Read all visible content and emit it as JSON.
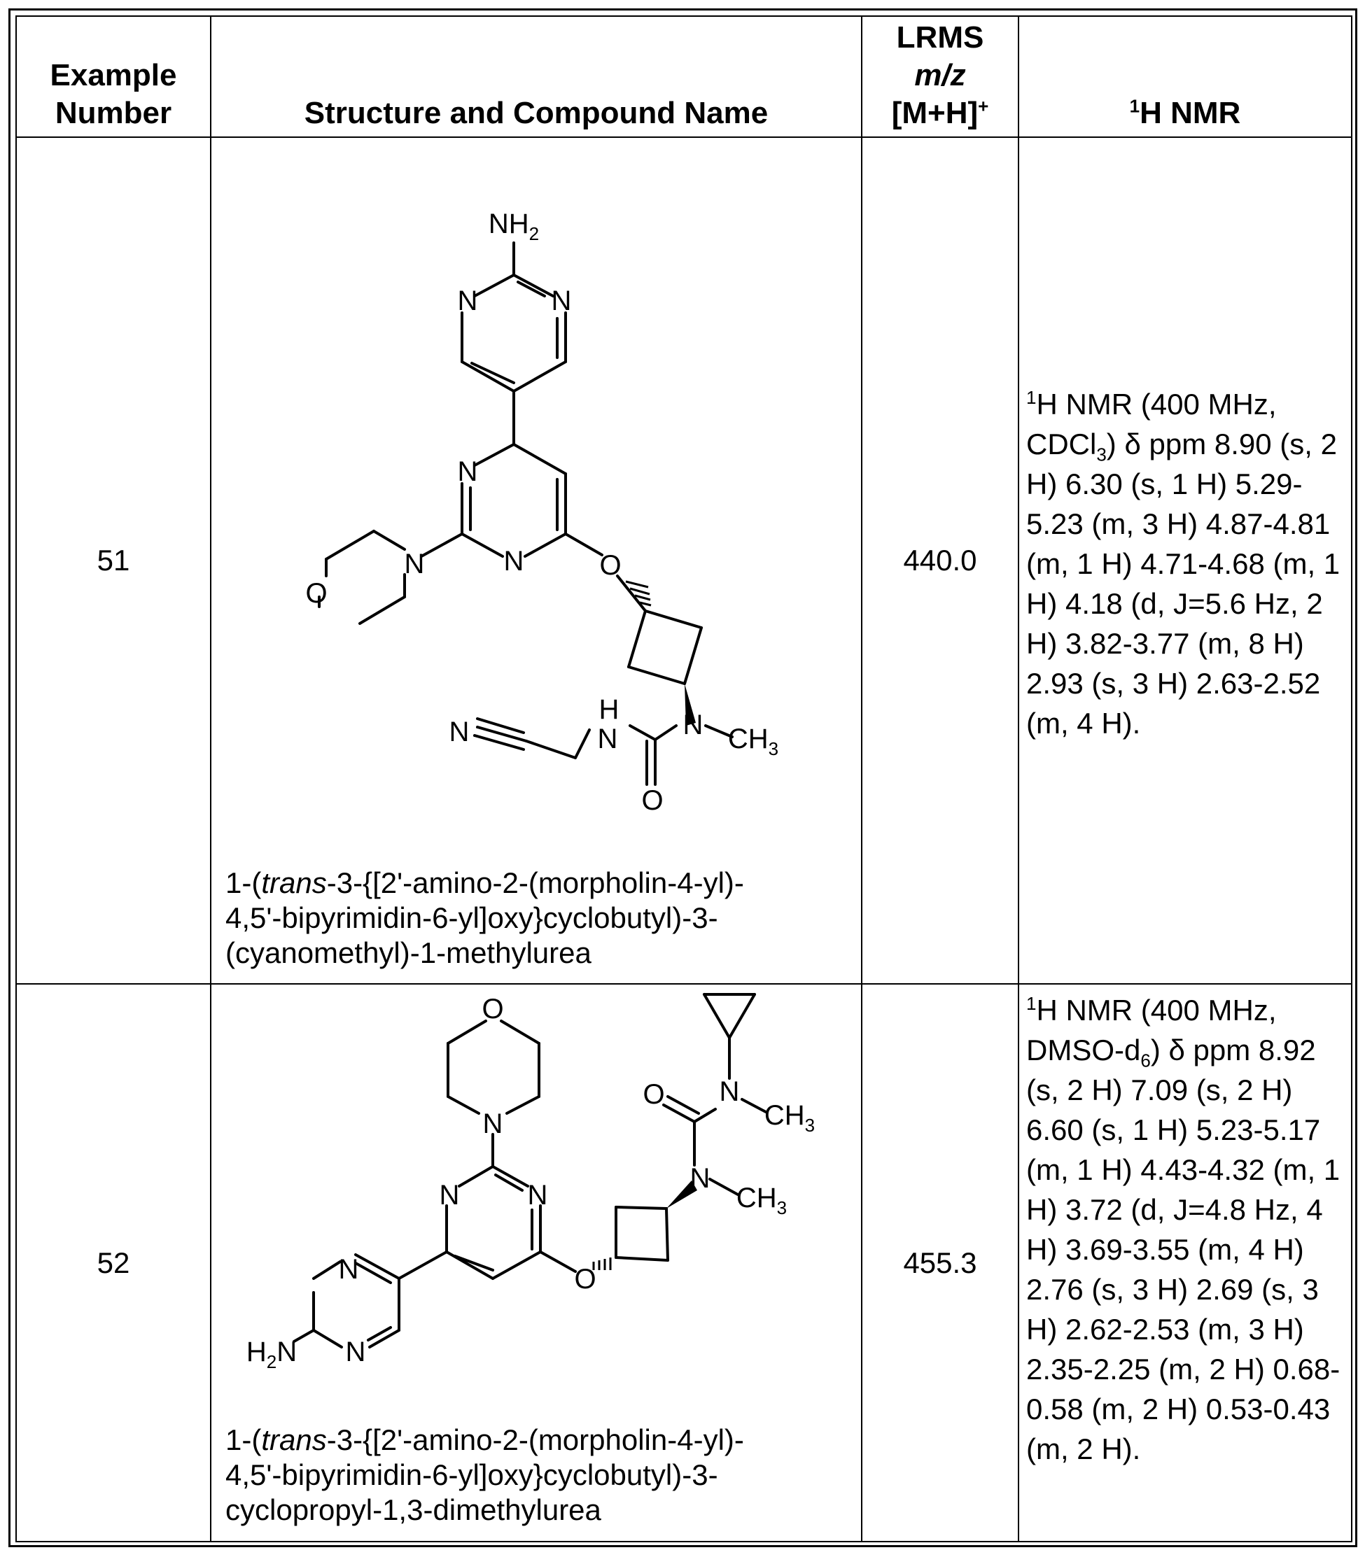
{
  "headers": {
    "example_line1": "Example",
    "example_line2": "Number",
    "structure": "Structure and Compound Name",
    "lrms_line1": "LRMS",
    "lrms_line2": "m/z",
    "lrms_line3": "[M+H]",
    "lrms_sup": "+",
    "nmr_sup": "1",
    "nmr": "H NMR"
  },
  "rows": [
    {
      "number": "51",
      "name_pre": "1-(",
      "name_italic": "trans",
      "name_line1_rest": "-3-{[2'-amino-2-(morpholin-4-yl)-",
      "name_line2": "4,5'-bipyrimidin-6-yl]oxy}cyclobutyl)-3-",
      "name_line3": "(cyanomethyl)-1-methylurea",
      "mass": "440.0",
      "nmr_sup": "1",
      "nmr_a": "H NMR (400 MHz,",
      "nmr_b": "CDCl",
      "nmr_b_sub": "3",
      "nmr_c": ") δ ppm 8.90 (s, 2 H) 6.30 (s, 1 H) 5.29-5.23 (m, 3 H) 4.87-4.81 (m, 1 H) 4.71-4.68 (m, 1 H) 4.18 (d, J=5.6 Hz, 2 H) 3.82-3.77 (m, 8 H) 2.93 (s, 3 H) 2.63-2.52 (m, 4 H).",
      "atoms": {
        "nh2": "NH",
        "nh2_sub": "2",
        "n": "N",
        "o": "O",
        "h": "H",
        "ch3": "CH",
        "ch3_sub": "3"
      }
    },
    {
      "number": "52",
      "name_pre": "1-(",
      "name_italic": "trans",
      "name_line1_rest": "-3-{[2'-amino-2-(morpholin-4-yl)-",
      "name_line2": "4,5'-bipyrimidin-6-yl]oxy}cyclobutyl)-3-",
      "name_line3": "cyclopropyl-1,3-dimethylurea",
      "mass": "455.3",
      "nmr_sup": "1",
      "nmr_a": "H NMR (400 MHz,",
      "nmr_b": "DMSO-d",
      "nmr_b_sub": "6",
      "nmr_c": ") δ ppm 8.92 (s, 2 H) 7.09 (s, 2 H) 6.60 (s, 1 H) 5.23-5.17 (m, 1 H) 4.43-4.32 (m, 1 H) 3.72 (d, J=4.8 Hz, 4 H) 3.69-3.55 (m, 4 H) 2.76 (s, 3 H) 2.69 (s, 3 H) 2.62-2.53 (m, 3 H) 2.35-2.25 (m, 2 H) 0.68-0.58 (m, 2 H) 0.53-0.43 (m, 2 H).",
      "atoms": {
        "h2n": "H",
        "h2n_sub": "2",
        "h2n_n": "N",
        "n": "N",
        "o": "O",
        "ch3": "CH",
        "ch3_sub": "3"
      }
    }
  ]
}
